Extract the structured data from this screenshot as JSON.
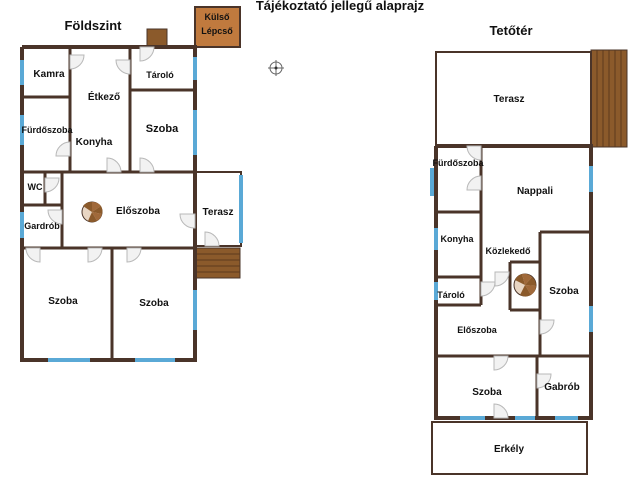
{
  "title": "Tájékoztató jellegű alaprajz",
  "ground_floor": {
    "heading": "Földszint",
    "rooms": {
      "kamra": "Kamra",
      "etkezo": "Étkező",
      "tarolo": "Tároló",
      "furdoszoba": "Fürdőszoba",
      "konyha": "Konyha",
      "szoba_right": "Szoba",
      "wc": "WC",
      "eloszoba": "Előszoba",
      "gardrob": "Gardrób",
      "terasz": "Terasz",
      "szoba_bottom_left": "Szoba",
      "szoba_bottom_right": "Szoba"
    },
    "outside_stairs_line1": "Külső",
    "outside_stairs_line2": "Lépcső"
  },
  "attic": {
    "heading": "Tetőtér",
    "rooms": {
      "terasz": "Terasz",
      "furdoszoba": "Fürdőszoba",
      "nappali": "Nappali",
      "konyha": "Konyha",
      "kozlekedo": "Közlekedő",
      "tarolo": "Tároló",
      "szoba_right": "Szoba",
      "eloszoba": "Előszoba",
      "szoba_bottom": "Szoba",
      "gabrob": "Gabrób",
      "erkely": "Erkély"
    }
  },
  "colors": {
    "wall": "#4a3429",
    "window": "#5aa9d6",
    "stairs": "#8b5a2b",
    "door": "#b8b8b8"
  }
}
